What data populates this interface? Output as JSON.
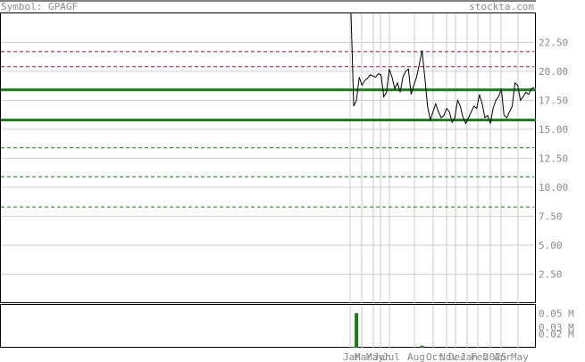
{
  "header": {
    "symbol_label": "Symbol: GPAGF",
    "site": "stockta.com"
  },
  "chart_data": {
    "type": "line",
    "price_axis": {
      "ticks": [
        22.5,
        20.0,
        17.5,
        15.0,
        12.5,
        10.0,
        7.5,
        5.0,
        2.5
      ],
      "tick_labels": [
        "22.50",
        "20.00",
        "17.50",
        "15.00",
        "12.50",
        "10.00",
        "7.50",
        "5.00",
        "2.50"
      ],
      "ylim": [
        0,
        25
      ]
    },
    "volume_axis": {
      "ticks": [
        0.05,
        0.03,
        0.02
      ],
      "tick_labels": [
        "0.05 M",
        "0.03 M",
        "0.02 M"
      ],
      "ylim": [
        0,
        0.0625
      ]
    },
    "x_labels": [
      "Jan",
      "Mar",
      "May",
      "Jun",
      "Jul",
      "Aug",
      "Oct",
      "Nov",
      "Dec",
      "Jan",
      "Feb",
      "2025",
      "Apr",
      "May"
    ],
    "resistance_lines": [
      21.7,
      20.4
    ],
    "support_lines": [
      13.4,
      10.9,
      8.3
    ],
    "trend_lines": [
      18.4,
      15.8
    ],
    "price_series": {
      "name": "",
      "values": [
        27.0,
        17.0,
        17.5,
        19.5,
        18.8,
        19.2,
        19.4,
        19.7,
        19.6,
        19.5,
        19.8,
        19.7,
        17.8,
        18.2,
        20.2,
        19.5,
        18.5,
        19.0,
        18.2,
        19.5,
        20.0,
        20.2,
        18.0,
        18.8,
        19.5,
        20.6,
        21.8,
        19.5,
        17.0,
        15.8,
        16.5,
        17.2,
        16.5,
        16.0,
        16.2,
        16.8,
        16.5,
        15.6,
        16.0,
        17.5,
        17.0,
        16.0,
        15.5,
        16.0,
        16.5,
        17.0,
        16.8,
        18.0,
        17.2,
        16.0,
        16.2,
        15.5,
        16.8,
        17.5,
        17.8,
        18.5,
        16.2,
        16.0,
        16.5,
        17.0,
        19.0,
        18.8,
        17.5,
        17.8,
        18.2,
        18.0,
        18.5,
        18.6
      ]
    },
    "volume_series": {
      "name": "",
      "bars": [
        {
          "index": 1,
          "value": 0.0015
        },
        {
          "index": 2,
          "value": 0.0505
        },
        {
          "index": 26,
          "value": 0.003
        }
      ]
    }
  }
}
